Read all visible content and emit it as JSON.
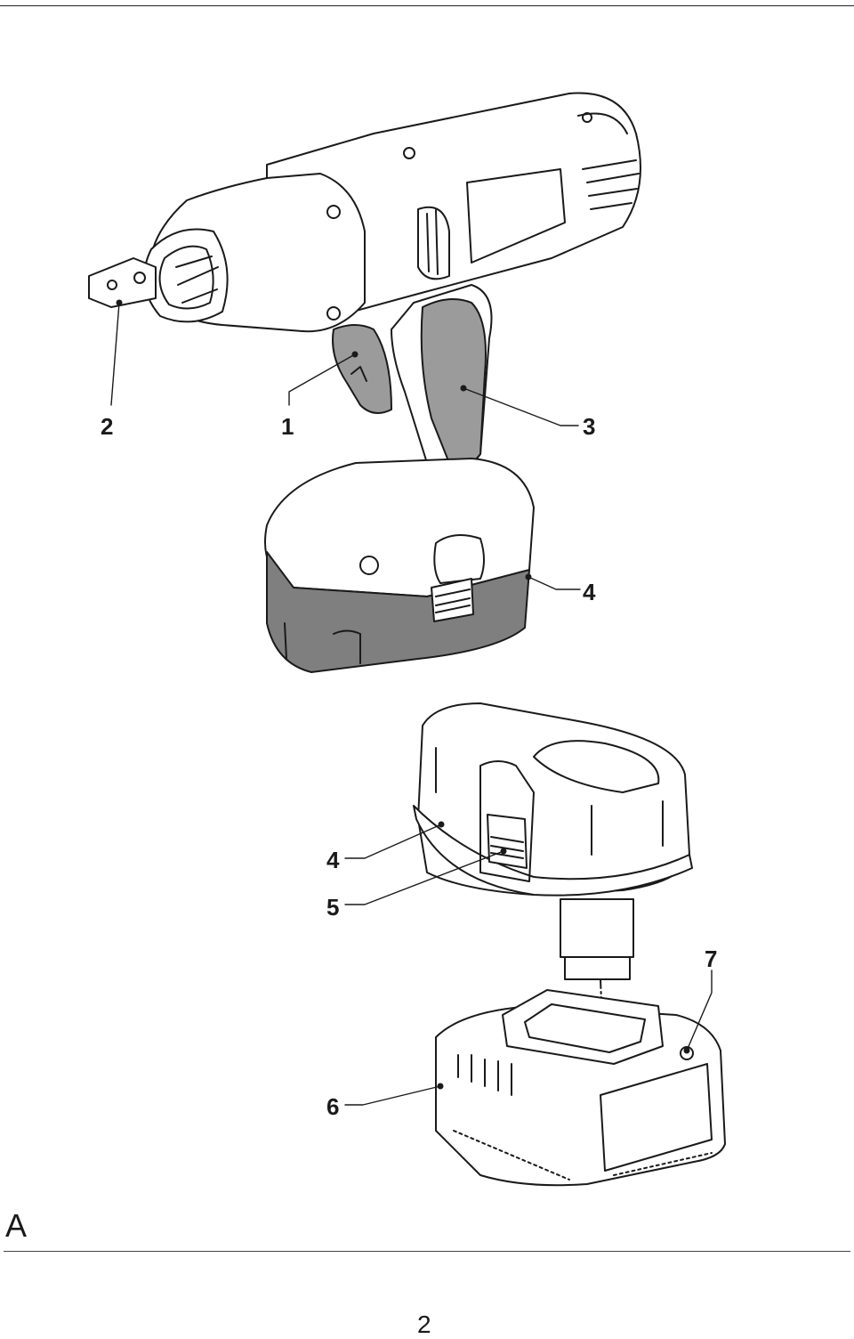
{
  "figure": {
    "letter": "A",
    "callouts": {
      "trigger_switch": "1",
      "anvil": "2",
      "grip": "3",
      "battery_on_tool": "4",
      "battery_detached": "4",
      "release_buttons": "5",
      "charger": "6",
      "charge_indicator": "7"
    }
  },
  "page": {
    "number": "2"
  },
  "colors": {
    "line": "#1a1a1a",
    "shade": "#9b9b9b",
    "dark_shade": "#7f7f7f"
  }
}
